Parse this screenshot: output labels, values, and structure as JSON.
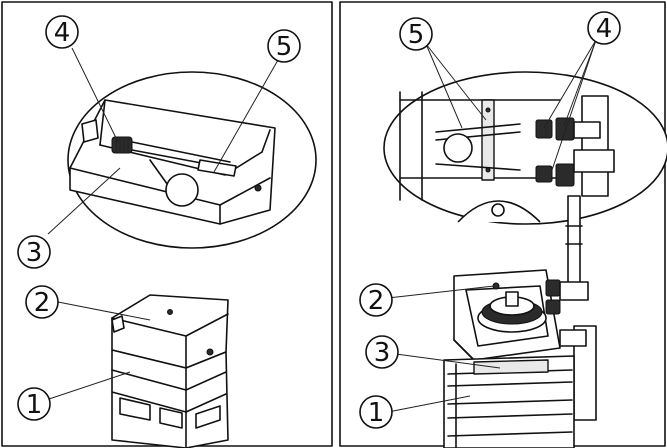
{
  "left_panel": {
    "callouts": [
      "4",
      "5",
      "3",
      "2",
      "1"
    ]
  },
  "right_panel": {
    "callouts": [
      "5",
      "4",
      "2",
      "3",
      "1"
    ]
  },
  "colors": {
    "line": "#111111",
    "background": "#ffffff",
    "dark_part": "#2b2b2b"
  }
}
